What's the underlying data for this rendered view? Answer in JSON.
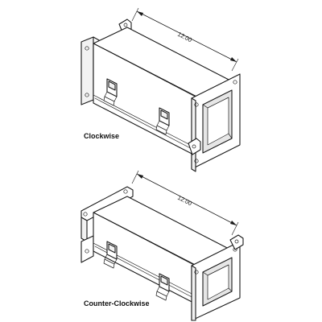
{
  "figures": [
    {
      "caption": "Clockwise",
      "dimension_label": "12.00"
    },
    {
      "caption": "Counter-Clockwise",
      "dimension_label": "12.00"
    }
  ],
  "colors": {
    "line": "#1a1a1a",
    "background": "#ffffff"
  }
}
